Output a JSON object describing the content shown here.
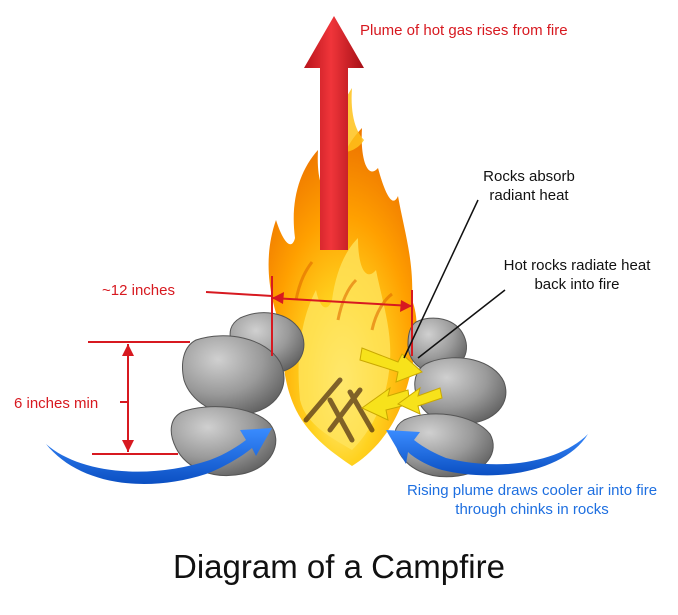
{
  "title": "Diagram of a Campfire",
  "labels": {
    "plume": "Plume of hot gas rises from fire",
    "rocks_absorb": "Rocks absorb radiant heat",
    "rocks_radiate": "Hot rocks radiate heat back into fire",
    "width": "~12 inches",
    "height": "6 inches min",
    "air_draw": "Rising plume draws cooler air into fire through chinks in rocks"
  },
  "colors": {
    "red_label": "#d71920",
    "black_label": "#111111",
    "blue_label": "#1e6fe0",
    "plume_arrow": "#e0282e",
    "air_arrow": "#1d6fe6",
    "heat_arrow": "#f5e11a",
    "flame": "#ffb300",
    "rock": "#9a9a9a"
  }
}
